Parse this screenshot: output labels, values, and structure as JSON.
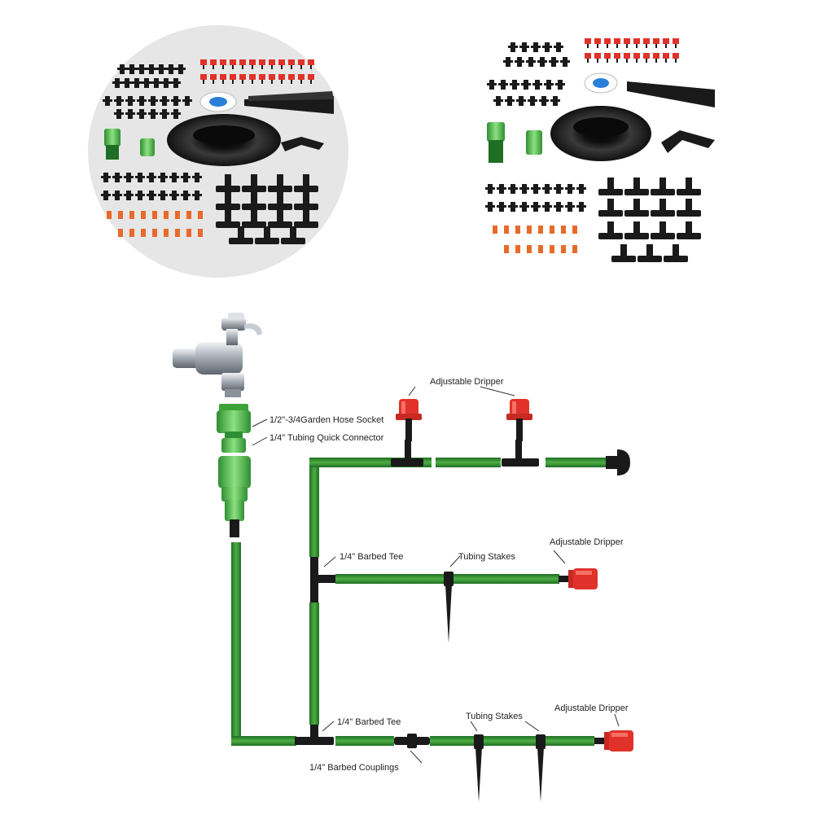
{
  "product_photos": {
    "left": {
      "icon": "drip-kit-components-photo"
    },
    "right": {
      "icon": "drip-kit-components-photo"
    }
  },
  "diagram": {
    "labels": {
      "hose_socket": "1/2\"-3/4Garden Hose Socket",
      "quick_connector": "1/4\" Tubing Quick Connector",
      "dripper_top": "Adjustable Dripper",
      "tee_mid": "1/4\" Barbed Tee",
      "stakes_mid": "Tubing Stakes",
      "dripper_mid": "Adjustable Dripper",
      "tee_bottom": "1/4\" Barbed Tee",
      "stakes_bottom": "Tubing Stakes",
      "dripper_bottom": "Adjustable Dripper",
      "couplings": "1/4\" Barbed Couplings"
    },
    "colors": {
      "tubing": "#2f8a33",
      "tubing_highlight": "#5fbf4a",
      "dripper": "#e0322a",
      "fitting": "#1a1a1a",
      "connector": "#6fd06a"
    }
  }
}
